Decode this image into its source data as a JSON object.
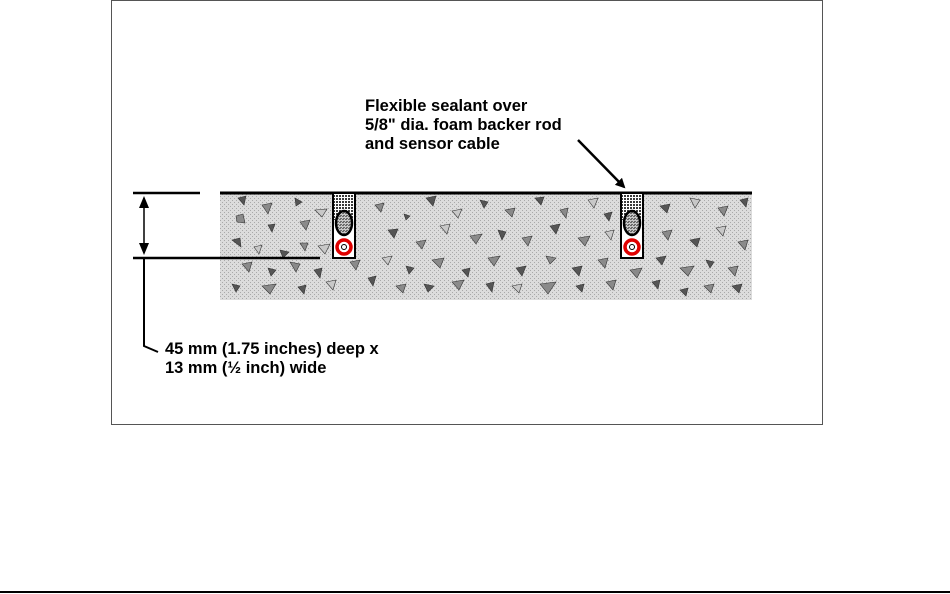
{
  "callouts": {
    "sealant": {
      "lines": [
        "Flexible sealant over",
        "5/8\" dia. foam backer rod",
        "and sensor cable"
      ]
    },
    "dimension": {
      "lines": [
        "45 mm (1.75 inches) deep x",
        "13 mm (½ inch) wide"
      ]
    }
  },
  "colors": {
    "pavement_fill": "#dcdcdc",
    "pavement_speckle": "#a9a9a9",
    "aggregate_dark": "#555555",
    "aggregate_medium": "#8a8a8a",
    "aggregate_light": "#c8c8c8",
    "sealant_fill": "#3a3a3a",
    "backer_rod_fill": "#8f8f8f",
    "sensor_cable_ring": "#e00000",
    "line_color": "#000000",
    "frame_border": "#555555",
    "footer_rule": "#000000"
  },
  "slots": [
    {
      "name": "left-slot"
    },
    {
      "name": "right-slot"
    }
  ]
}
